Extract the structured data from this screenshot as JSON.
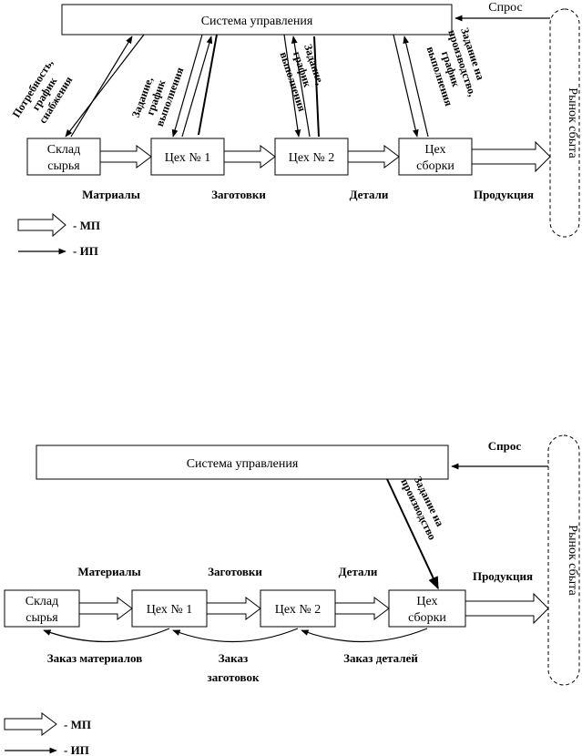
{
  "diagram_push": {
    "control_system": "Система управления",
    "demand": "Спрос",
    "market": "Рынок сбыта",
    "nodes": {
      "warehouse": [
        "Склад",
        "сырья"
      ],
      "shop1": "Цех № 1",
      "shop2": "Цех № 2",
      "assembly": [
        "Цех",
        "сборки"
      ]
    },
    "flows": {
      "materials": "Матриалы",
      "blanks": "Заготовки",
      "parts": "Детали",
      "products": "Продукция"
    },
    "info_labels": {
      "supply": [
        "Потребность,",
        "график",
        "снабжения"
      ],
      "task1": [
        "Задание,",
        "график",
        "выполнения"
      ],
      "task2": [
        "Задание,",
        "график",
        "выполнения"
      ],
      "production": [
        "Задание на",
        "производство,",
        "график",
        "выполнения"
      ]
    },
    "legend": {
      "mp": "- МП",
      "ip": "- ИП"
    }
  },
  "diagram_pull": {
    "control_system": "Система управления",
    "demand": "Спрос",
    "market": "Рынок сбыта",
    "nodes": {
      "warehouse": [
        "Склад",
        "сырья"
      ],
      "shop1": "Цех № 1",
      "shop2": "Цех № 2",
      "assembly": [
        "Цех",
        "сборки"
      ]
    },
    "flows": {
      "materials": "Материалы",
      "blanks": "Заготовки",
      "parts": "Детали",
      "products": "Продукция"
    },
    "orders": {
      "materials": "Заказ материалов",
      "blanks": [
        "Заказ",
        "заготовок"
      ],
      "parts": "Заказ деталей"
    },
    "task_label": [
      "Задание на",
      "производство"
    ],
    "legend": {
      "mp": "- МП",
      "ip": "- ИП"
    }
  }
}
